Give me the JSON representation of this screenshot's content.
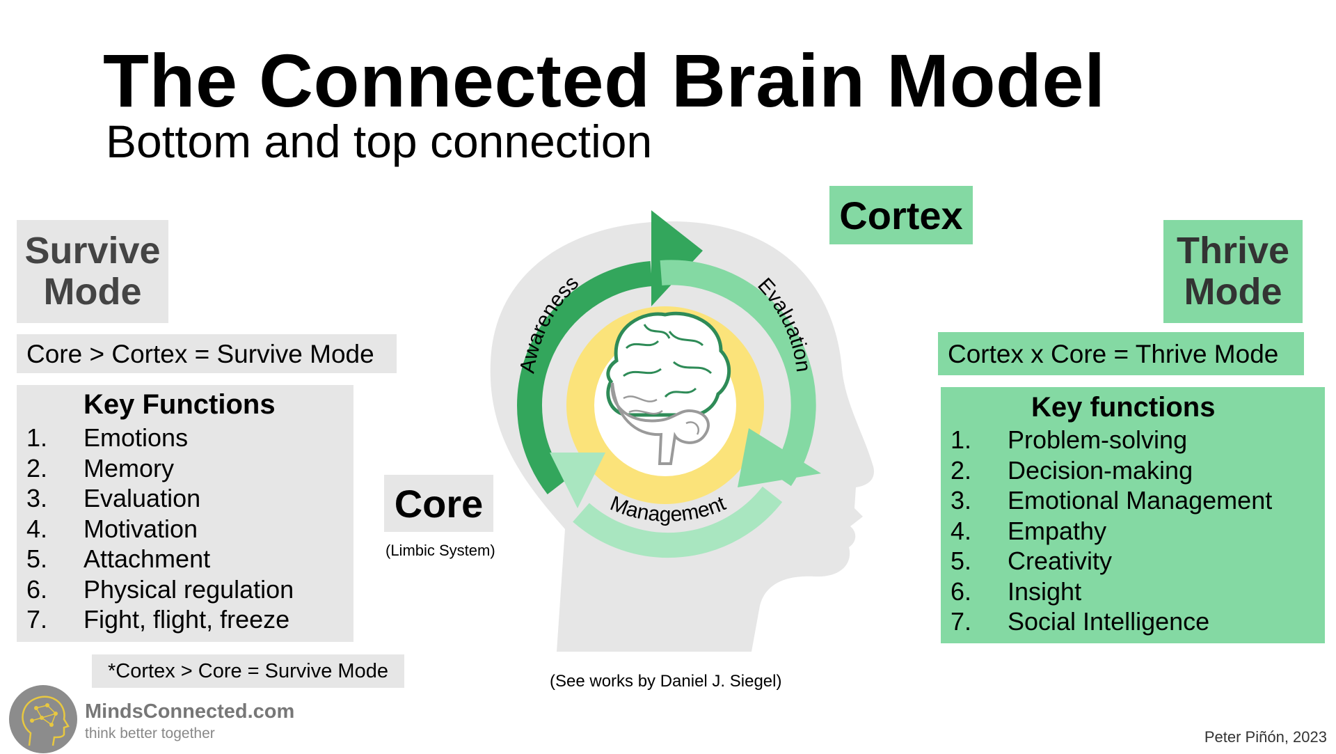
{
  "title": "The Connected Brain Model",
  "subtitle": "Bottom and top connection",
  "survive": {
    "mode_line1": "Survive",
    "mode_line2": "Mode",
    "formula": "Core > Cortex = Survive Mode",
    "functions_heading": "Key Functions",
    "functions": [
      {
        "num": "1.",
        "text": "Emotions"
      },
      {
        "num": "2.",
        "text": "Memory"
      },
      {
        "num": "3.",
        "text": "Evaluation"
      },
      {
        "num": "4.",
        "text": "Motivation"
      },
      {
        "num": "5.",
        "text": "Attachment"
      },
      {
        "num": "6.",
        "text": "Physical regulation"
      },
      {
        "num": "7.",
        "text": "Fight, flight, freeze"
      }
    ],
    "footnote": "*Cortex > Core = Survive Mode"
  },
  "thrive": {
    "mode_line1": "Thrive",
    "mode_line2": "Mode",
    "formula": "Cortex x Core = Thrive Mode",
    "functions_heading": "Key functions",
    "functions": [
      {
        "num": "1.",
        "text": "Problem-solving"
      },
      {
        "num": "2.",
        "text": "Decision-making"
      },
      {
        "num": "3.",
        "text": "Emotional Management"
      },
      {
        "num": "4.",
        "text": "Empathy"
      },
      {
        "num": "5.",
        "text": "Creativity"
      },
      {
        "num": "6.",
        "text": "Insight"
      },
      {
        "num": "7.",
        "text": "Social Intelligence"
      }
    ]
  },
  "diagram": {
    "cortex_label": "Cortex",
    "core_label": "Core",
    "core_sublabel": "(Limbic System)",
    "cycle": {
      "awareness": "Awareness",
      "evaluation": "Evaluation",
      "management": "Management"
    },
    "colors": {
      "awareness": "#33a65c",
      "evaluation": "#84d9a3",
      "management": "#a9e6c0",
      "inner_ring": "#fbe37a",
      "head": "#e6e6e6"
    }
  },
  "reference": "(See works by Daniel J. Siegel)",
  "brand": {
    "name": "MindsConnected.com",
    "tagline": "think better together"
  },
  "credit": "Peter Piñón, 2023"
}
